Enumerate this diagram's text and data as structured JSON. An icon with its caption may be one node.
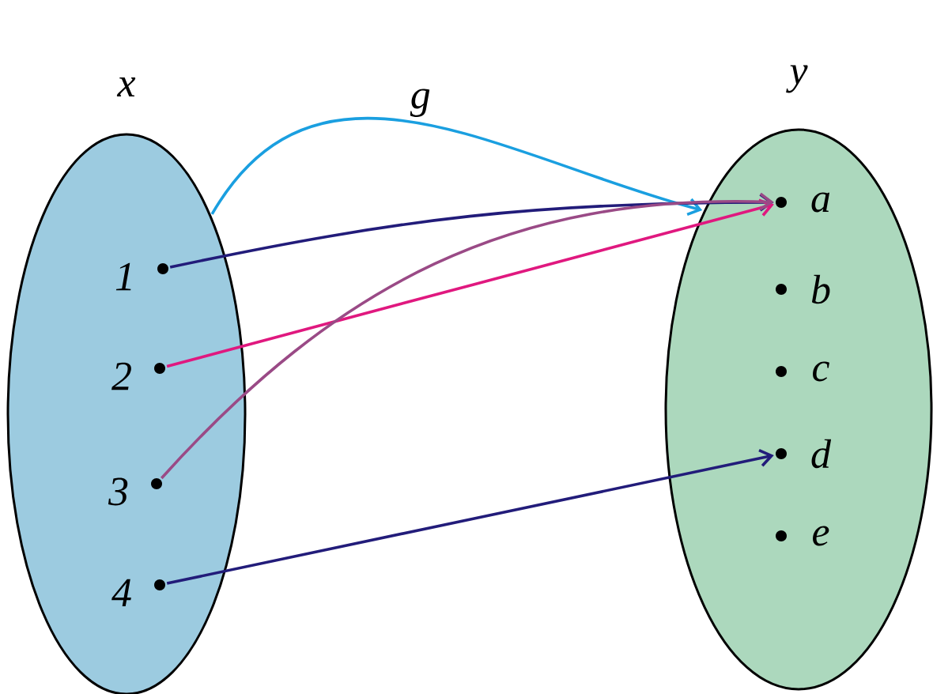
{
  "diagram": {
    "nodes": [
      {
        "text": [
          "x"
        ]
      },
      {
        "text": [
          "y"
        ]
      },
      {
        "text": [
          "1"
        ],
        "in": 0
      },
      {
        "text": [
          "2"
        ],
        "in": 0
      },
      {
        "text": [
          "3"
        ],
        "in": 0
      },
      {
        "text": [
          "4"
        ],
        "in": 0
      },
      {
        "text": [
          "a"
        ],
        "in": 1
      },
      {
        "text": [
          "b"
        ],
        "in": 1
      },
      {
        "text": [
          "c"
        ],
        "in": 1
      },
      {
        "text": [
          "d"
        ],
        "in": 1
      },
      {
        "text": [
          "e"
        ],
        "in": 1
      }
    ],
    "edges": [
      {
        "from": 0,
        "to": 1,
        "arrow": "to",
        "label": "g",
        "color": "#1a9fe0"
      },
      {
        "from": 2,
        "to": 6,
        "arrow": "to",
        "color": "#221c7a"
      },
      {
        "from": 3,
        "to": 6,
        "arrow": "to",
        "color": "#e0187f"
      },
      {
        "from": 4,
        "to": 6,
        "arrow": "to",
        "color": "#9a4a86"
      },
      {
        "from": 5,
        "to": 9,
        "arrow": "to",
        "color": "#221c7a"
      }
    ]
  }
}
